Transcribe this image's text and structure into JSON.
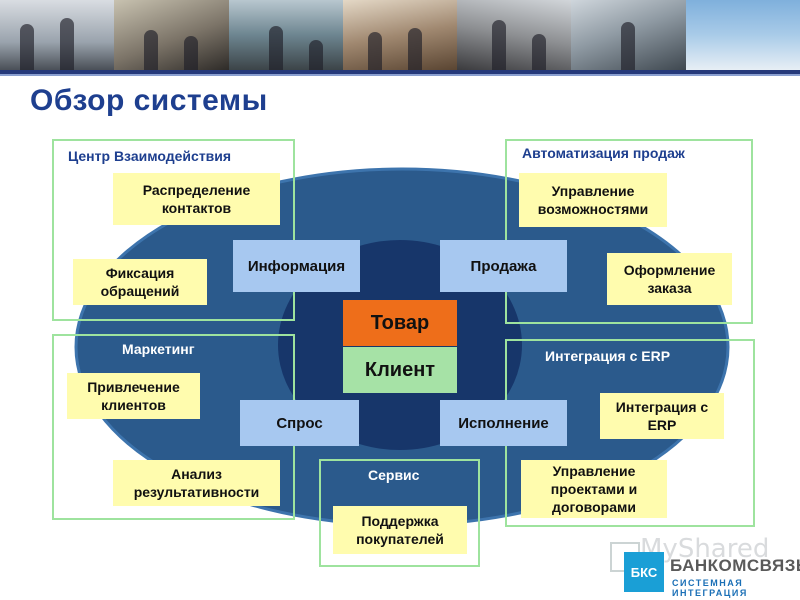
{
  "title": "Обзор системы",
  "groups": {
    "interaction_center": "Центр Взаимодействия",
    "sales_automation": "Автоматизация продаж",
    "marketing": "Маркетинг",
    "erp_integration": "Интеграция с ERP",
    "service": "Сервис"
  },
  "blocks": {
    "contact_distribution": "Распределение контактов",
    "request_logging": "Фиксация обращений",
    "opportunity_management": "Управление возможностями",
    "order_processing": "Оформление заказа",
    "customer_acquisition": "Привлечение клиентов",
    "performance_analysis": "Анализ результативности",
    "erp_integration_block": "Интеграция с ERP",
    "project_contract_management": "Управление проектами и договорами",
    "customer_support": "Поддержка покупателей"
  },
  "hub": {
    "information": "Информация",
    "sales": "Продажа",
    "demand": "Спрос",
    "fulfillment": "Исполнение"
  },
  "core": {
    "product": "Товар",
    "client": "Клиент"
  },
  "logo": {
    "name": "БАНКОМСВЯЗЬ",
    "subtitle": "СИСТЕМНАЯ ИНТЕГРАЦИЯ",
    "mark": "БКС"
  },
  "watermark": "MyShared",
  "colors": {
    "outer_ellipse": "#2b5a8c",
    "inner_ellipse": "#17366a",
    "group_border": "#9ee39e",
    "yellow_block": "#fffcae",
    "hub_block": "#a7c8f0",
    "product_block": "#ee6e1a",
    "client_block": "#a6e2a6",
    "title": "#1e3f8f"
  }
}
